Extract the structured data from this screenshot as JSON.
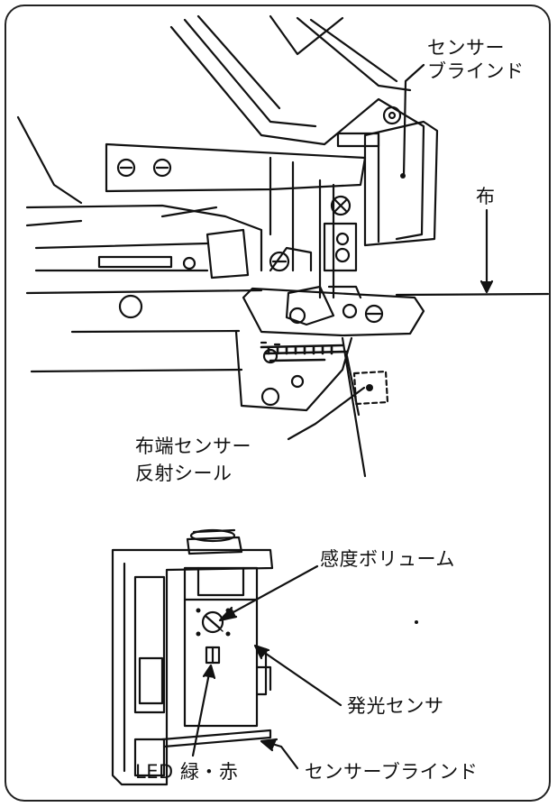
{
  "labels": {
    "sensor_blind_top_line1": "センサー",
    "sensor_blind_top_line2": "ブラインド",
    "cloth": "布",
    "edge_sensor_line1": "布端センサー",
    "edge_sensor_line2": "反射シール",
    "sensitivity_volume": "感度ボリューム",
    "light_emitting_sensor": "発光センサ",
    "led": "LED 緑・赤",
    "sensor_blind_bottom": "センサーブラインド"
  }
}
